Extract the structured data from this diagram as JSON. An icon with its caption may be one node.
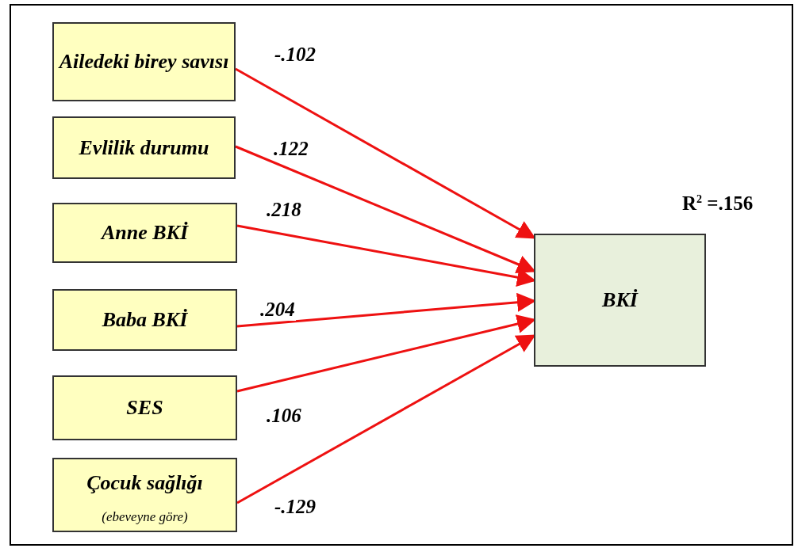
{
  "diagram": {
    "nodes": [
      {
        "text": [
          "Ailedeki birey savısı"
        ]
      },
      {
        "text": [
          "Evlilik durumu"
        ]
      },
      {
        "text": [
          "Anne BKİ"
        ]
      },
      {
        "text": [
          "Baba BKİ"
        ]
      },
      {
        "text": [
          "SES"
        ]
      },
      {
        "text": [
          "Çocuk sağlığı",
          "(ebeveyne göre)"
        ]
      },
      {
        "text": [
          "BKİ"
        ],
        "beside": [
          "R$^{2}$ =.156"
        ]
      }
    ],
    "edges": [
      {
        "from": 0,
        "to": 6,
        "arrow": "to",
        "label": "-.102"
      },
      {
        "from": 1,
        "to": 6,
        "arrow": "to",
        "label": ".122"
      },
      {
        "from": 2,
        "to": 6,
        "arrow": "to",
        "label": ".218"
      },
      {
        "from": 3,
        "to": 6,
        "arrow": "to",
        "label": ".204"
      },
      {
        "from": 4,
        "to": 6,
        "arrow": "to",
        "label": ".106"
      },
      {
        "from": 5,
        "to": 6,
        "arrow": "to",
        "label": "-.129"
      }
    ]
  }
}
